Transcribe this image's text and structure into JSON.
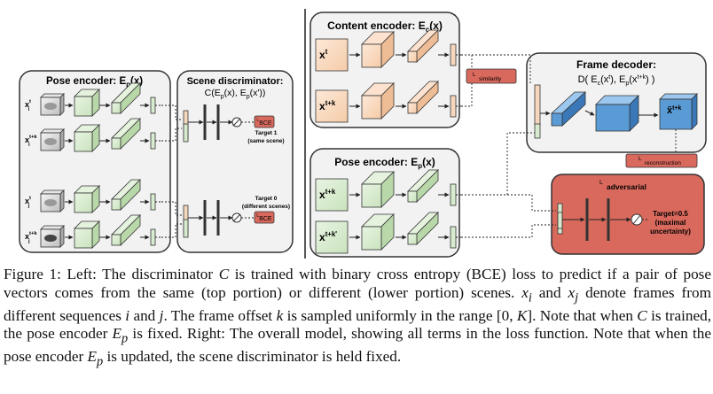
{
  "left": {
    "pose_encoder_title": "Pose encoder: E",
    "pose_encoder_sub": "p",
    "pose_encoder_arg": "(x)",
    "scene_disc_title": "Scene discriminator:",
    "scene_disc_formula": "C(E",
    "scene_disc_formula_2": "(x), E",
    "scene_disc_formula_3": "(x'))",
    "bce_label": "BCE",
    "target1_line1": "Target 1",
    "target1_line2": "(same scene)",
    "target0_line1": "Target 0",
    "target0_line2": "(different scenes)",
    "inputs": [
      {
        "base": "x",
        "sub": "i",
        "sup": "t"
      },
      {
        "base": "x",
        "sub": "i",
        "sup": "t+k"
      },
      {
        "base": "x",
        "sub": "j",
        "sup": "t"
      },
      {
        "base": "x",
        "sub": "j",
        "sup": "t+k"
      }
    ]
  },
  "right": {
    "content_encoder_title": "Content encoder: E",
    "content_encoder_sub": "c",
    "content_encoder_arg": "(x)",
    "content_inputs": [
      {
        "base": "x",
        "sup": "t"
      },
      {
        "base": "x",
        "sup": "t+k"
      }
    ],
    "similarity_label": "similarity",
    "frame_decoder_title": "Frame decoder:",
    "frame_decoder_formula": "D( E",
    "output_label_sup": "t+k",
    "reconstruction_label": "reconstruction",
    "pose_encoder_title": "Pose encoder: E",
    "pose_encoder_sub": "p",
    "pose_encoder_arg": "(x)",
    "pose_inputs": [
      {
        "base": "x",
        "sup": "t+k"
      },
      {
        "base": "x",
        "sup": "t+k'"
      }
    ],
    "adversarial_label": "adversarial",
    "target_line1": "Target=0.5",
    "target_line2": "(maximal",
    "target_line3": "uncertainty)"
  },
  "colors": {
    "green": "#d7ebcf",
    "orange": "#fbdcc3",
    "blue": "#5b9bd5",
    "red": "#d9695d",
    "panel": "#f2f2f2"
  },
  "caption": {
    "p1": "Figure 1: Left: The discriminator ",
    "p2": " is trained with binary cross entropy (BCE) loss to predict if a pair of pose vectors comes from the same (top portion) or different (lower portion) scenes. ",
    "p3": " and ",
    "p4": " denote frames from different sequences ",
    "p5": " and ",
    "p6": ". The frame offset ",
    "p7": " is sampled uniformly in the range [0, ",
    "p8": "]. Note that when ",
    "p9": " is trained, the pose encoder ",
    "p10": " is fixed. Right: The overall model, showing all terms in the loss function. Note that when the pose encoder ",
    "p11": " is updated, the scene discriminator is held fixed.",
    "sym_C": "C",
    "sym_xi": "x",
    "sym_xi_sub": "i",
    "sym_xj": "x",
    "sym_xj_sub": "j",
    "sym_i": "i",
    "sym_j": "j",
    "sym_k": "k",
    "sym_K": "K",
    "sym_C2": "C",
    "sym_Ep": "E",
    "sym_Ep_sub": "p",
    "sym_Ep2": "E",
    "sym_Ep2_sub": "p"
  }
}
